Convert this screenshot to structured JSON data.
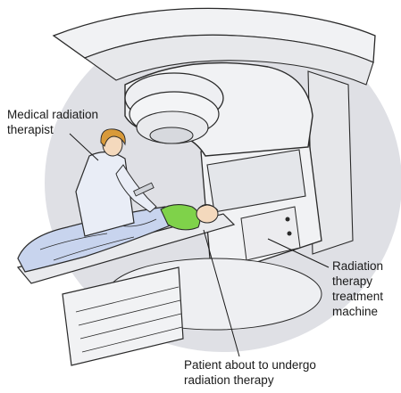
{
  "labels": {
    "therapist": {
      "line1": "Medical radiation",
      "line2": "therapist"
    },
    "machine": {
      "line1": "Radiation",
      "line2": "therapy",
      "line3": "treatment",
      "line4": "machine"
    },
    "patient": {
      "line1": "Patient about to undergo",
      "line2": "radiation therapy"
    }
  },
  "colors": {
    "background_disc": "#dfe0e5",
    "machine_body": "#f1f2f4",
    "outline": "#2a2a2a",
    "blanket": "#c8d4ee",
    "coat": "#e9edf6",
    "hair": "#d89a3a",
    "skin": "#f4d9bd",
    "patient_gown": "#7fd24a"
  }
}
